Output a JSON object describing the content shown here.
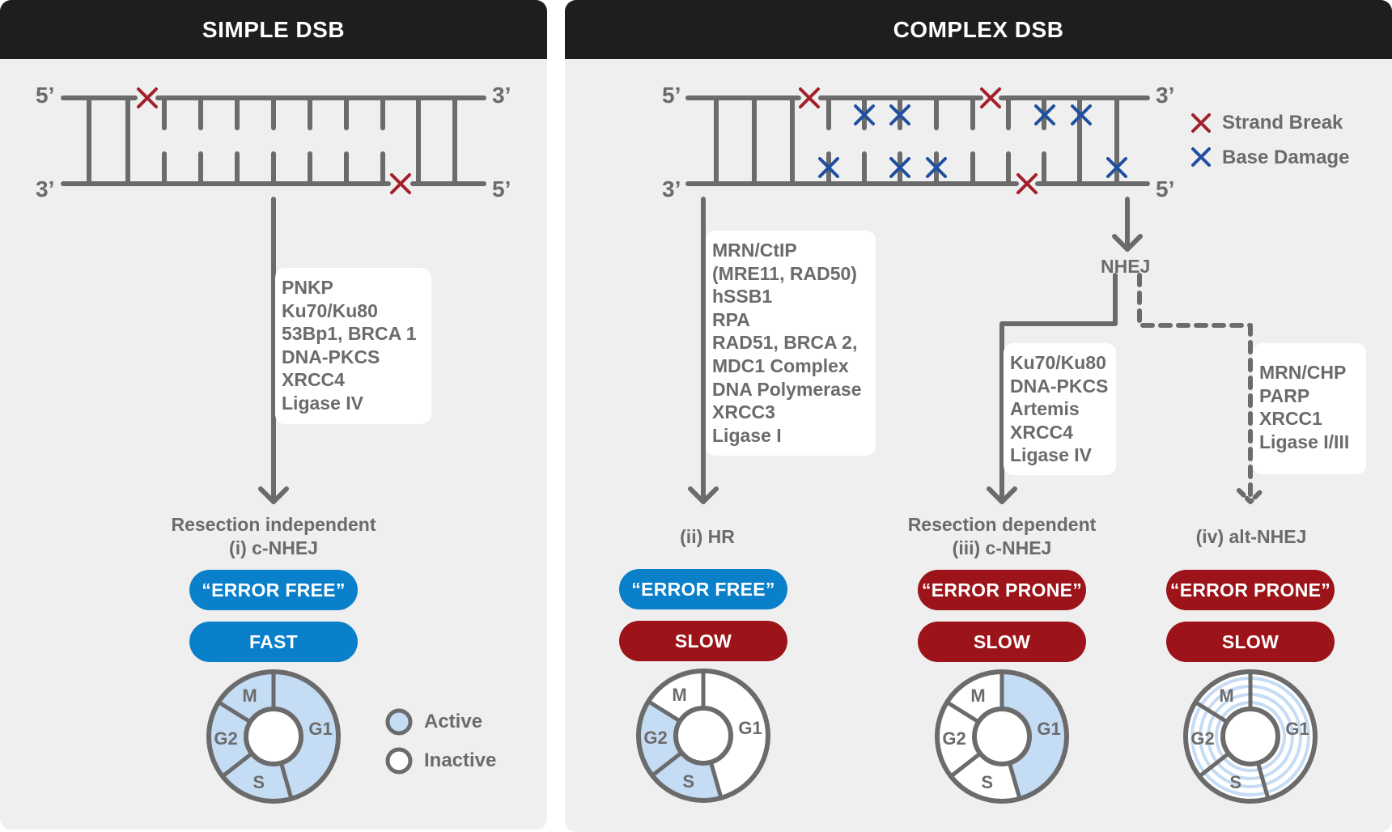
{
  "panels": {
    "simple": {
      "title": "SIMPLE DSB"
    },
    "complex": {
      "title": "COMPLEX DSB"
    }
  },
  "terminals": {
    "five": "5’",
    "three": "3’"
  },
  "legend": {
    "strand_break": "Strand Break",
    "base_damage": "Base Damage",
    "active": "Active",
    "inactive": "Inactive"
  },
  "nhej_label": "NHEJ",
  "pathways": [
    {
      "label_lines": [
        "Resection independent",
        "(i) c-NHEJ"
      ],
      "proteins": [
        "PNKP",
        "Ku70/Ku80",
        "53Bp1, BRCA 1",
        "DNA-PKCS",
        "XRCC4",
        "Ligase IV"
      ],
      "fidelity": "“ERROR FREE”",
      "speed": "FAST",
      "cycle_active": [
        "G1",
        "S",
        "G2",
        "M"
      ]
    },
    {
      "label_lines": [
        "(ii) HR"
      ],
      "proteins": [
        "MRN/CtIP",
        "(MRE11, RAD50)",
        "hSSB1",
        "RPA",
        "RAD51, BRCA 2,",
        "MDC1 Complex",
        "DNA Polymerase",
        "XRCC3",
        "Ligase I"
      ],
      "fidelity": "“ERROR FREE”",
      "speed": "SLOW",
      "cycle_active": [
        "S",
        "G2"
      ]
    },
    {
      "label_lines": [
        "Resection dependent",
        "(iii) c-NHEJ"
      ],
      "proteins": [
        "Ku70/Ku80",
        "DNA-PKCS",
        "Artemis",
        "XRCC4",
        "Ligase IV"
      ],
      "fidelity": "“ERROR PRONE”",
      "speed": "SLOW",
      "cycle_active": [
        "G1"
      ]
    },
    {
      "label_lines": [
        "(iv) alt-NHEJ"
      ],
      "proteins": [
        "MRN/CHP",
        "PARP",
        "XRCC1",
        "Ligase I/III"
      ],
      "fidelity": "“ERROR PRONE”",
      "speed": "SLOW",
      "cycle_active": []
    }
  ],
  "phases": {
    "g1": "G1",
    "s": "S",
    "g2": "G2",
    "m": "M"
  },
  "colors": {
    "blue": "#0a7fca",
    "red": "#9c1419",
    "strand": "#6b6b6b",
    "active_fill": "#c5dcf5",
    "break_x": "#a3202b",
    "damage_x": "#1f4f9e"
  }
}
